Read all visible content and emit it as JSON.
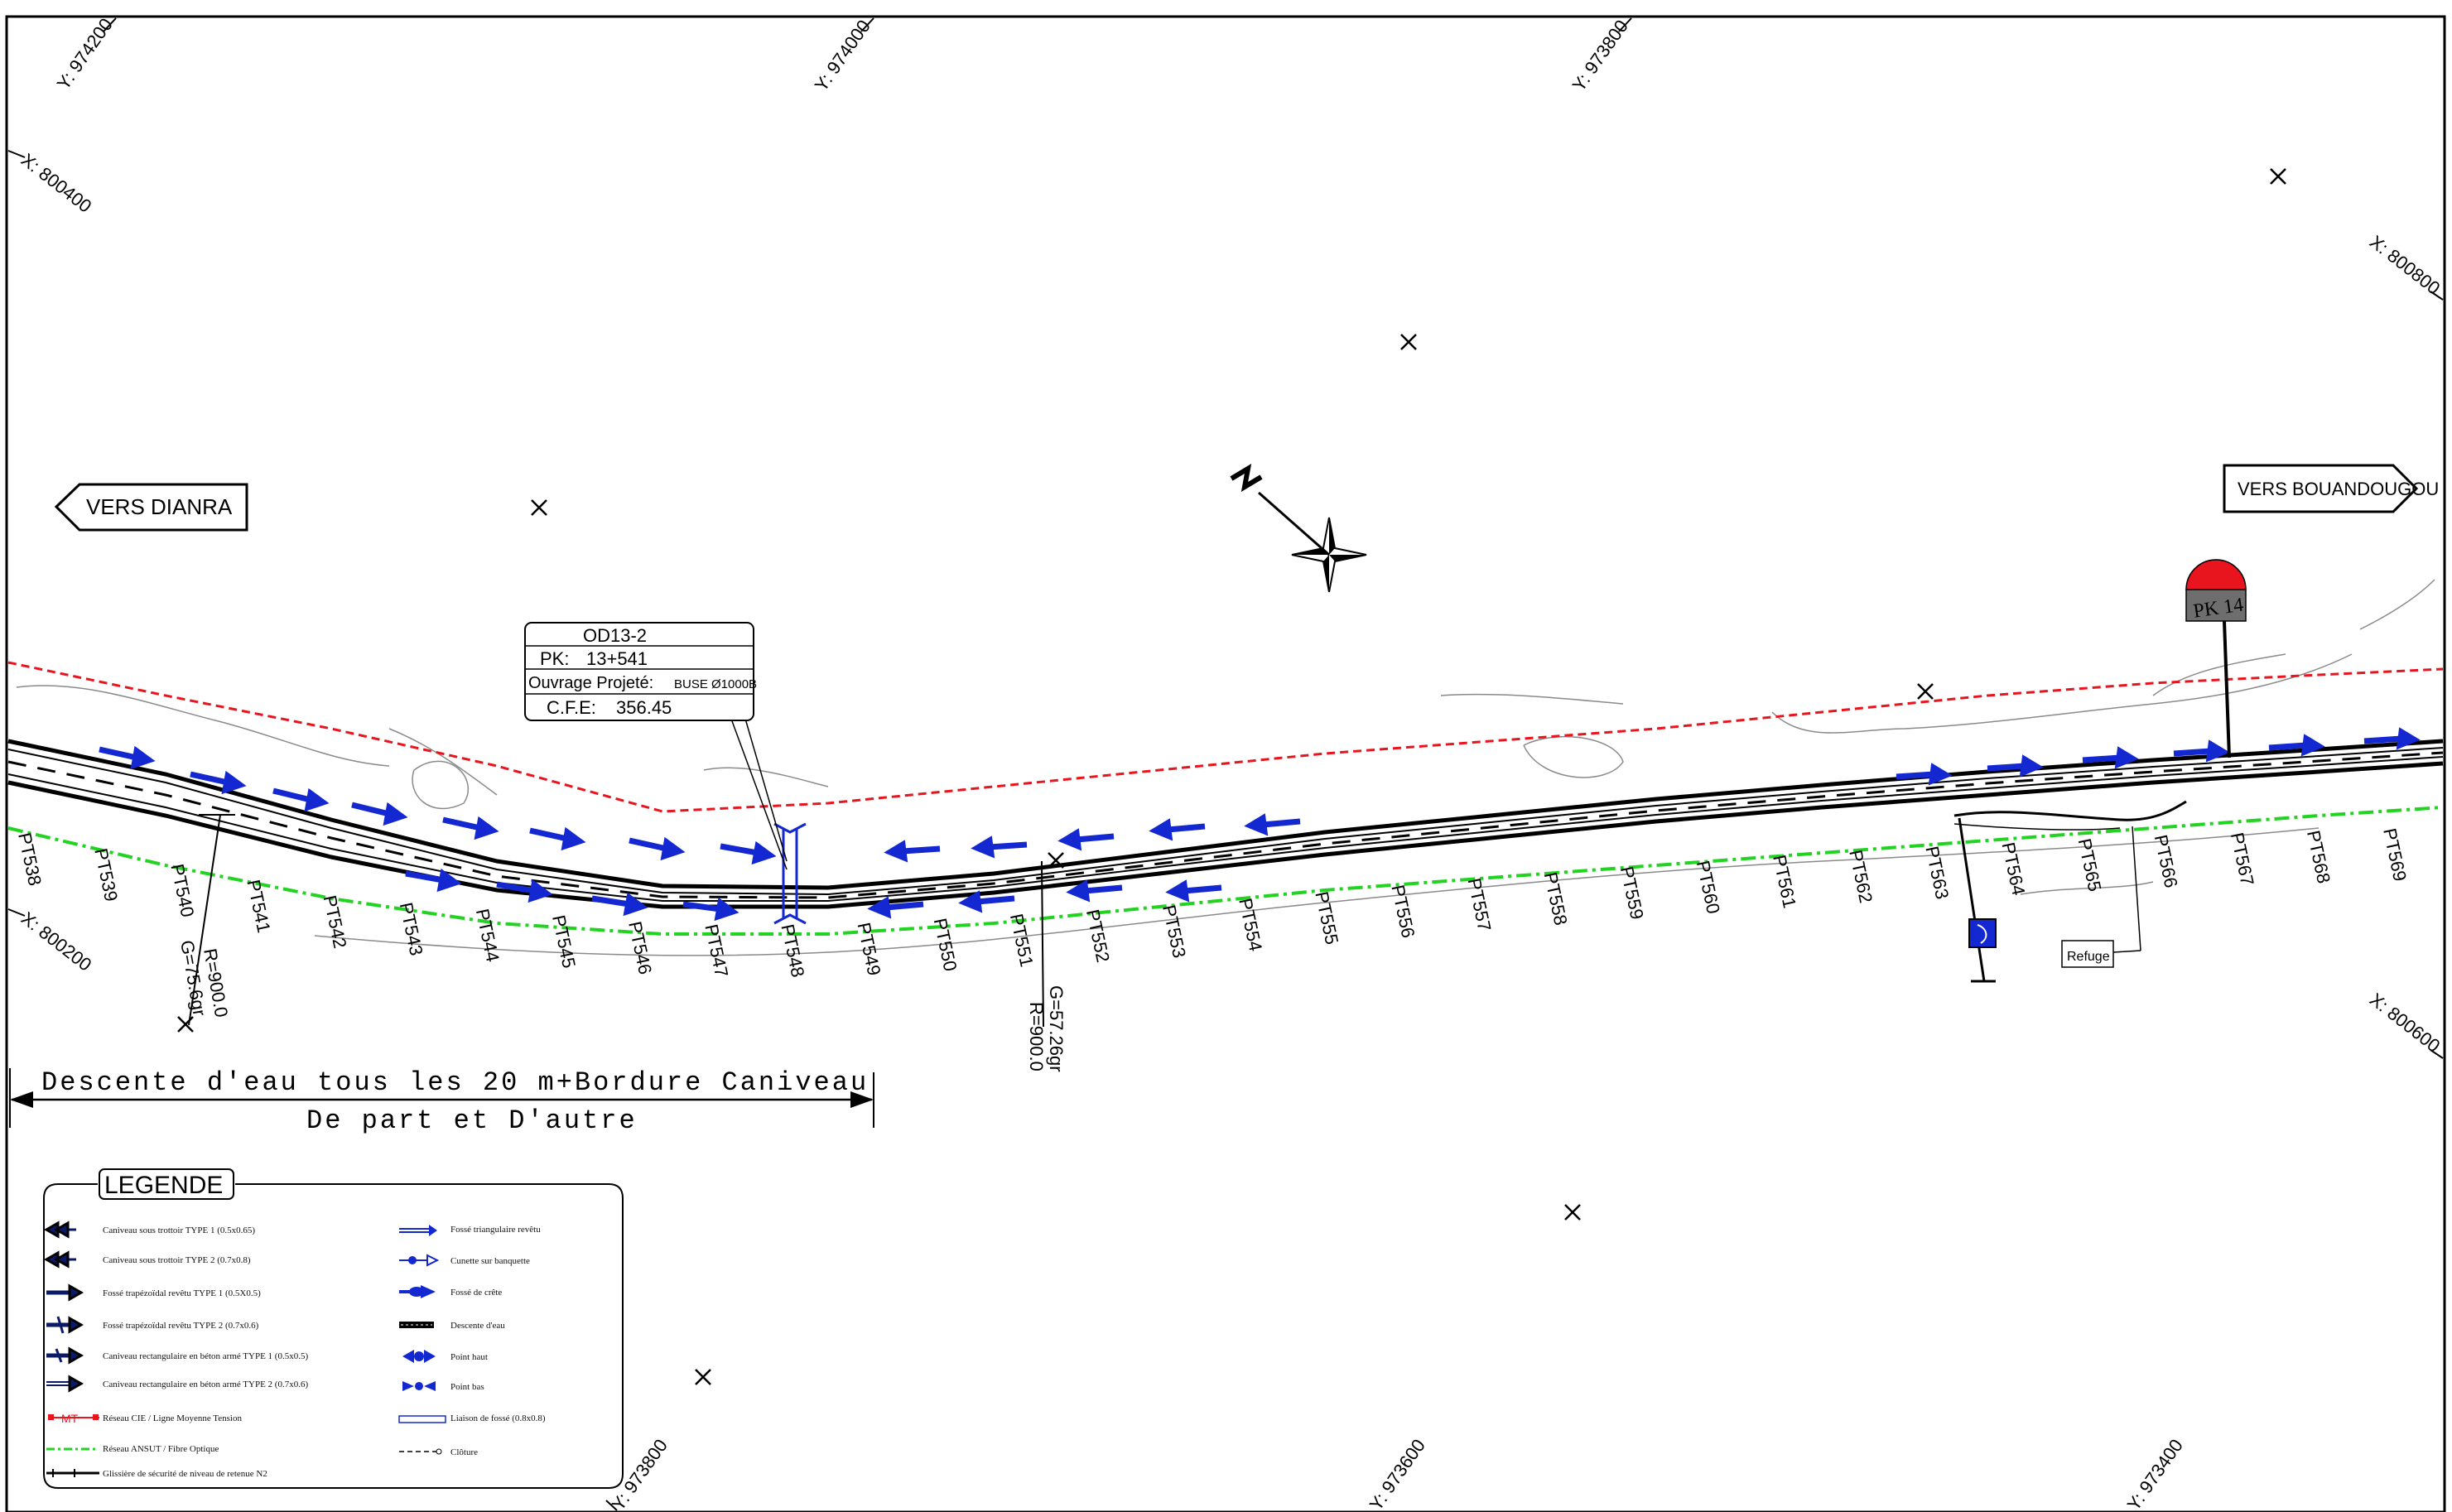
{
  "grid_labels": {
    "top": [
      "Y: 974200",
      "Y: 974000",
      "Y: 973800"
    ],
    "bottom": [
      "Y: 973800",
      "Y: 973600",
      "Y: 973400"
    ],
    "left": [
      "X: 800400",
      "X: 800200"
    ],
    "right": [
      "X: 800800",
      "X: 800600"
    ]
  },
  "directions": {
    "left": "VERS DIANRA",
    "right": "VERS BOUANDOUGOU"
  },
  "pk_marker": "PK 14",
  "structure_box": {
    "name": "OD13-2",
    "pk_label": "PK:",
    "pk_value": "13+541",
    "ouvrage_label": "Ouvrage Projeté:",
    "ouvrage_value": "BUSE Ø1000B",
    "cfe_label": "C.F.E:",
    "cfe_value": "356.45"
  },
  "curves": {
    "c1_r": "R=900.0",
    "c1_g": "G=75.6gr",
    "c2_g": "G=57.26gr",
    "c2_r": "R=900.0"
  },
  "refuge_label": "Refuge",
  "profile_points": [
    "PT538",
    "PT539",
    "PT540",
    "PT541",
    "PT542",
    "PT543",
    "PT544",
    "PT545",
    "PT546",
    "PT547",
    "PT548",
    "PT549",
    "PT550",
    "PT551",
    "PT552",
    "PT553",
    "PT554",
    "PT555",
    "PT556",
    "PT557",
    "PT558",
    "PT559",
    "PT560",
    "PT561",
    "PT562",
    "PT563",
    "PT564",
    "PT565",
    "PT566",
    "PT567",
    "PT568",
    "PT569"
  ],
  "note": {
    "line1": "Descente d'eau tous les 20 m+Bordure Caniveau",
    "line2": "De part et D'autre"
  },
  "legend": {
    "title": "LEGENDE",
    "left_items": [
      "Caniveau sous trottoir TYPE 1 (0.5x0.65)",
      "Caniveau sous trottoir TYPE 2 (0.7x0.8)",
      "Fossé trapézoïdal revêtu TYPE 1 (0.5X0.5)",
      "Fossé trapézoïdal revêtu TYPE 2 (0.7x0.6)",
      "Caniveau rectangulaire en béton armé TYPE 1 (0.5x0.5)",
      "Caniveau rectangulaire en béton armé TYPE 2 (0.7x0.6)",
      "Réseau CIE / Ligne Moyenne Tension",
      "Réseau ANSUT / Fibre Optique",
      "Glissière de sécurité de niveau de retenue N2"
    ],
    "mt_tag": "MT",
    "right_items": [
      "Fossé triangulaire revêtu",
      "Cunette sur banquette",
      "Fossé de crête",
      "Descente d'eau",
      "Point haut",
      "Point bas",
      "Liaison de fossé (0.8x0.8)",
      "Clôture"
    ]
  },
  "colors": {
    "blue": "#1428d2",
    "red": "#e8141e",
    "green": "#22d322",
    "pk_red": "#e8141e",
    "pk_grey": "#6e6e6e"
  }
}
